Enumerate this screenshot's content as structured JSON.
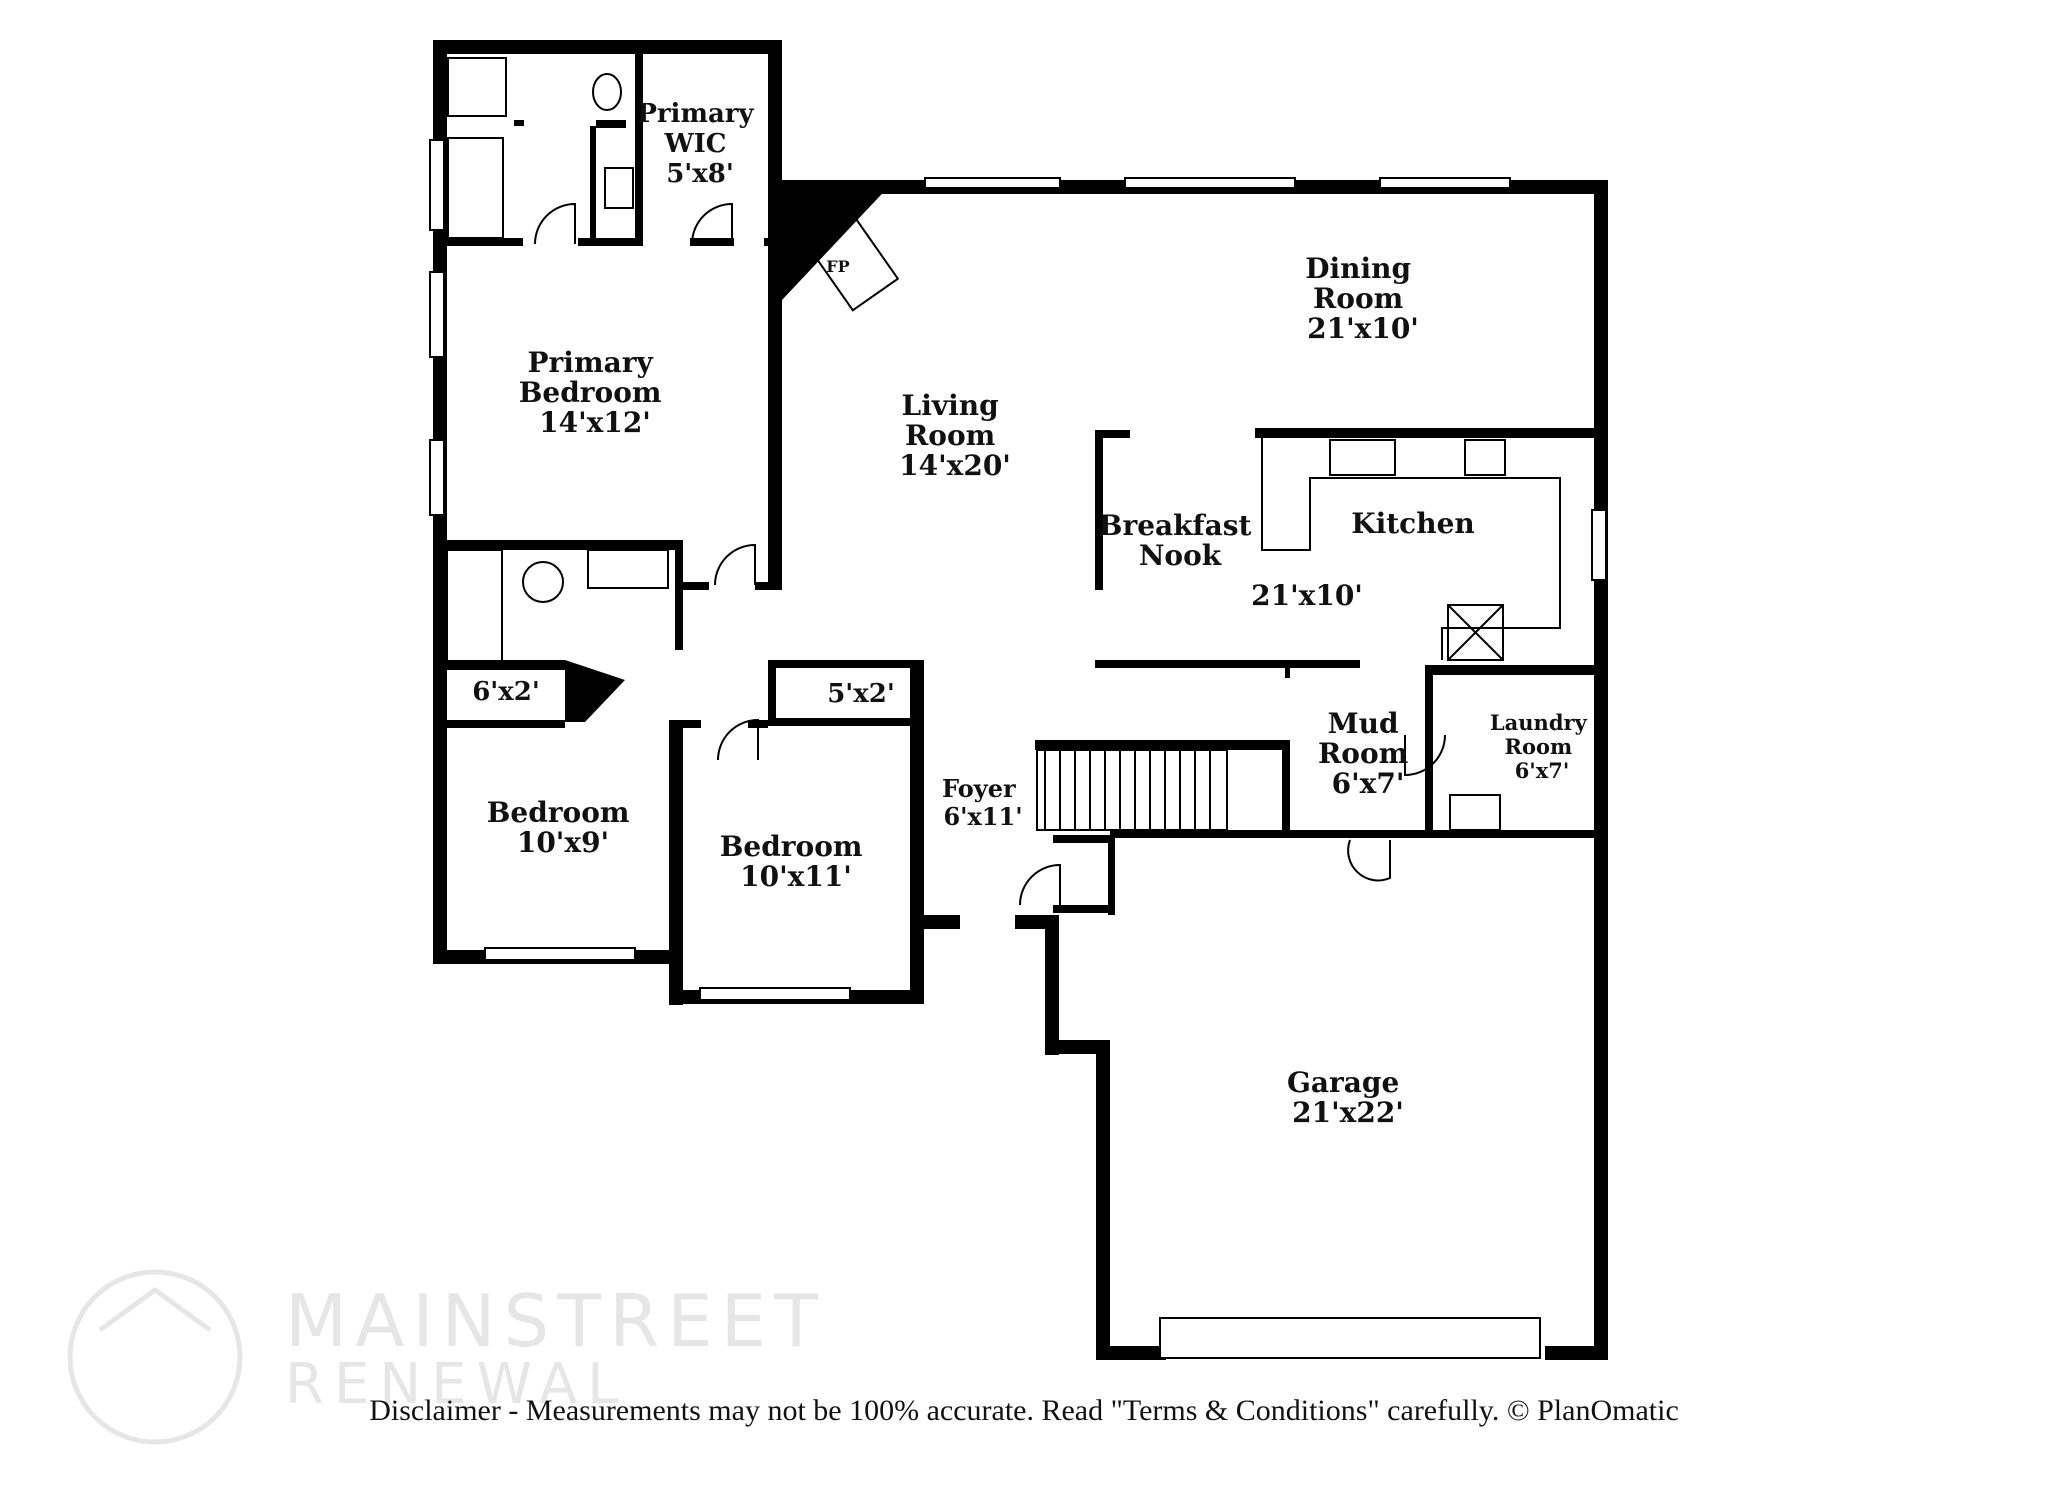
{
  "rooms": {
    "primary_wic": {
      "name": "Primary\nWIC",
      "dims": "5'x8'"
    },
    "primary_bedroom": {
      "name": "Primary\nBedroom",
      "dims": "14'x12'"
    },
    "living_room": {
      "name": "Living\nRoom",
      "dims": "14'x20'"
    },
    "dining_room": {
      "name": "Dining\nRoom",
      "dims": "21'x10'"
    },
    "breakfast_nook": {
      "name": "Breakfast\nNook"
    },
    "kitchen": {
      "name": "Kitchen",
      "dims": "21'x10'"
    },
    "closet_left": {
      "dims": "6'x2'"
    },
    "closet_right": {
      "dims": "5'x2'"
    },
    "bedroom_left": {
      "name": "Bedroom",
      "dims": "10'x9'"
    },
    "bedroom_right": {
      "name": "Bedroom",
      "dims": "10'x11'"
    },
    "foyer": {
      "name": "Foyer",
      "dims": "6'x11'"
    },
    "mud_room": {
      "name": "Mud\nRoom",
      "dims": "6'x7'"
    },
    "laundry_room": {
      "name": "Laundry\nRoom",
      "dims": "6'x7'"
    },
    "garage": {
      "name": "Garage",
      "dims": "21'x22'"
    },
    "fireplace": {
      "name": "FP"
    }
  },
  "watermark": {
    "line1": "MAINSTREET",
    "line2": "RENEWAL"
  },
  "disclaimer": "Disclaimer - Measurements may not be 100% accurate. Read \"Terms & Conditions\" carefully. © PlanOmatic",
  "colors": {
    "wall": "#000000",
    "background": "#ffffff",
    "watermark": "#e6e6e6"
  }
}
